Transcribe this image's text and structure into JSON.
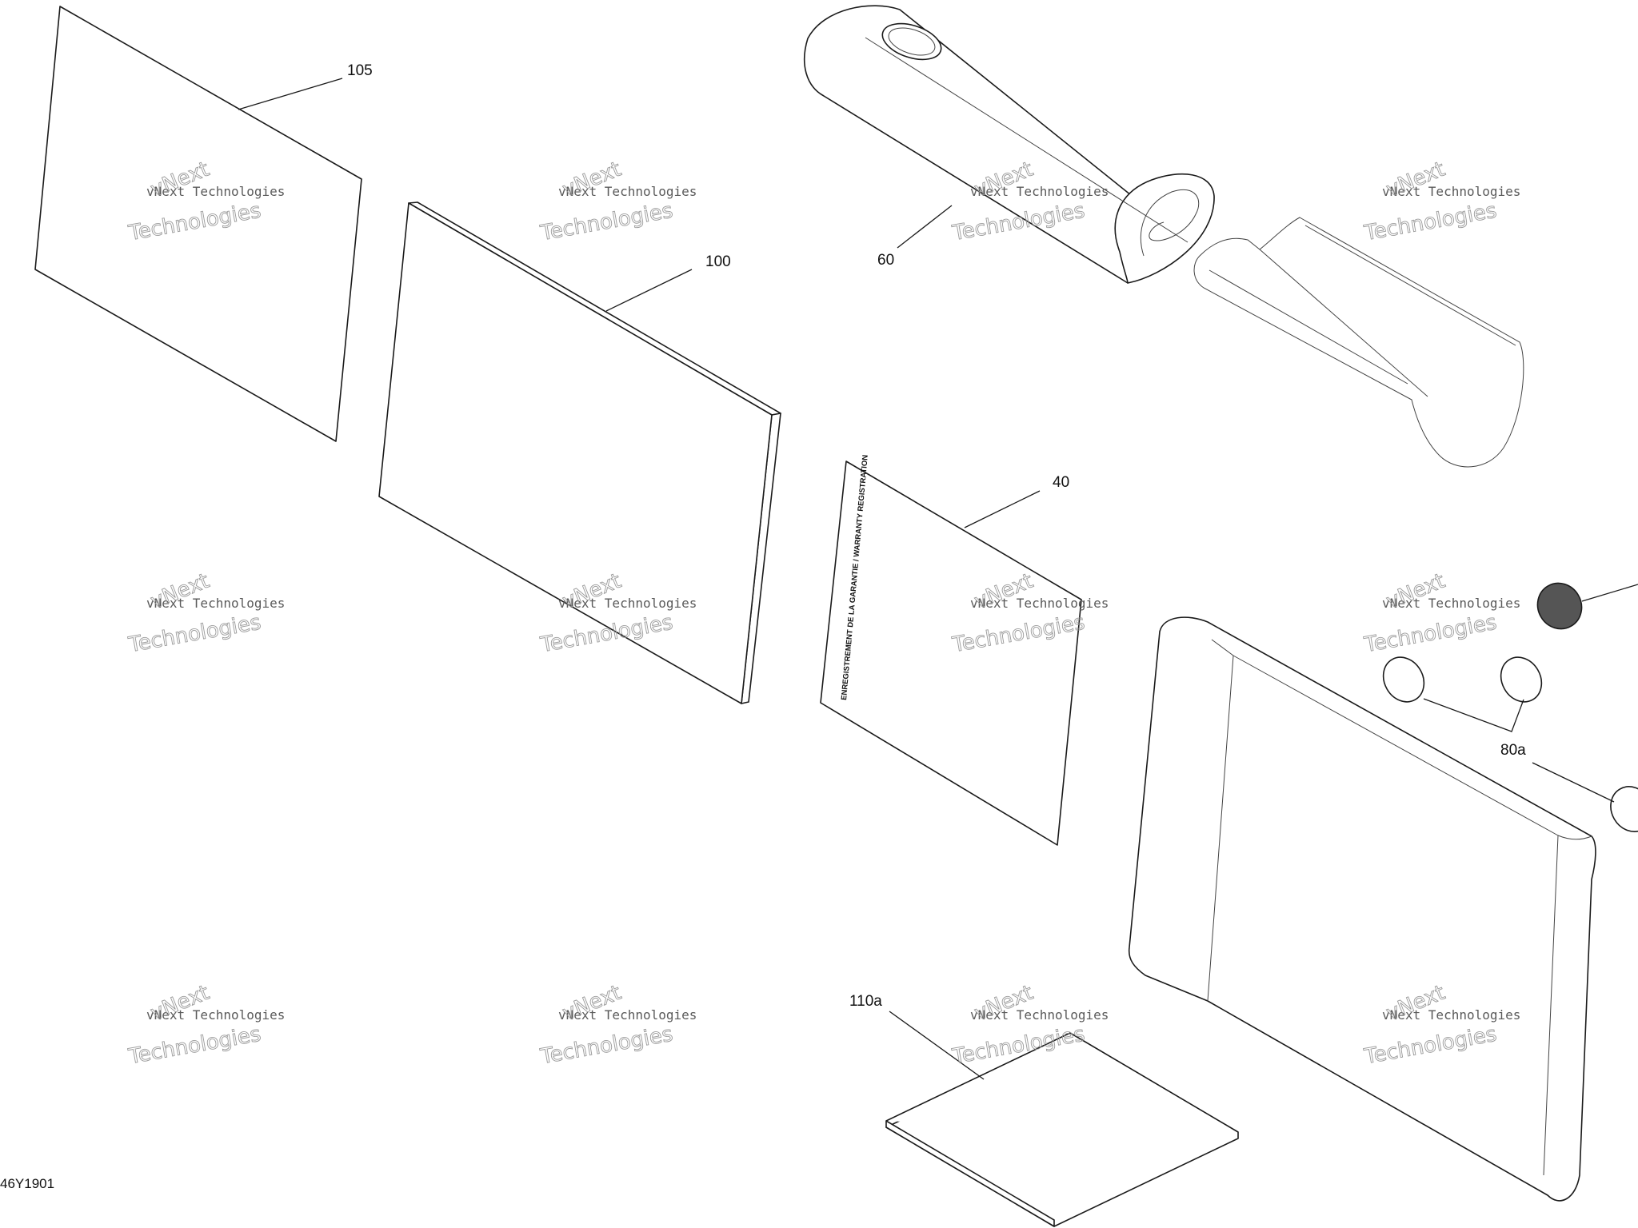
{
  "callouts": {
    "c105": "105",
    "c100": "100",
    "c60": "60",
    "c40": "40",
    "c80a": "80a",
    "c110a": "110a"
  },
  "booklet_text": "ENREGISTREMENT DE LA GARANTIE / WARRANTY REGISTRATION",
  "drawing_ref": "46Y1901",
  "watermark": {
    "line1": "vNext Technologies",
    "line2": "vNext",
    "line3": "Technologies"
  }
}
